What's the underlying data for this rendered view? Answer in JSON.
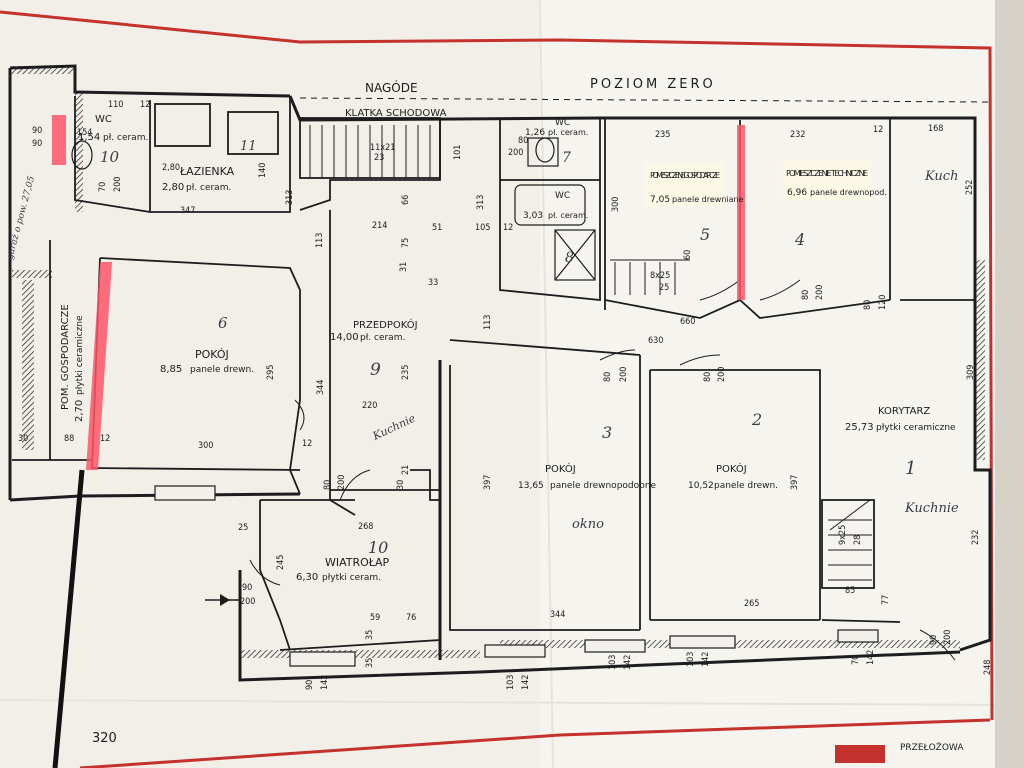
{
  "header": {
    "title_left": "NAGÓDE",
    "title_right": "POZIOM ZERO",
    "stairs_label": "KLATKA SCHODOWA"
  },
  "footer": {
    "page_number": "320",
    "street": "PRZEŁOŻOWA"
  },
  "rooms": [
    {
      "id": "wc1",
      "number": "10",
      "name": "WC",
      "area": "1,54",
      "floor": "pł. ceram."
    },
    {
      "id": "lazienka",
      "number": "11",
      "name": "ŁAZIENKA",
      "area": "2,80",
      "floor": "pł. ceram."
    },
    {
      "id": "pom_gosp_left",
      "number": "",
      "name": "POM. GOSPODARCZE",
      "area": "2,70",
      "floor": "płytki ceramiczne"
    },
    {
      "id": "pokoj6",
      "number": "6",
      "name": "POKÓJ",
      "area": "8,85",
      "floor": "panele drewn."
    },
    {
      "id": "przedpokoj",
      "number": "9",
      "name": "PRZEDPOKÓJ",
      "area": "14,00",
      "floor": "pł. ceram."
    },
    {
      "id": "wiatrolap",
      "number": "10",
      "name": "WIATROŁAP",
      "area": "6,30",
      "floor": "płytki ceram."
    },
    {
      "id": "wc2",
      "number": "7",
      "name": "WC",
      "area": "1,26",
      "floor": "pł. ceram."
    },
    {
      "id": "wc3",
      "number": "8",
      "name": "WC",
      "area": "3,03",
      "floor": "pł. ceram."
    },
    {
      "id": "pom_gosp5",
      "number": "5",
      "name": "POMIESZCZENIE GOSPODARCZE",
      "area": "7,05",
      "floor": "panele drewniane"
    },
    {
      "id": "pom4",
      "number": "4",
      "name": "POMIESZCZENIE TECHNICZNE",
      "area": "6,96",
      "floor": "panele drewnopod."
    },
    {
      "id": "pokoj3",
      "number": "3",
      "name": "POKÓJ",
      "area": "13,65",
      "floor": "panele drewnopodobne"
    },
    {
      "id": "pokoj2",
      "number": "2",
      "name": "POKÓJ",
      "area": "10,52",
      "floor": "panele drewn."
    },
    {
      "id": "korytarz",
      "number": "1",
      "name": "KORYTARZ",
      "area": "25,73",
      "floor": "płytki ceramiczne"
    }
  ],
  "handwritten": {
    "kuchnia_top": "Kuch",
    "kuchnia_hall": "Kuchnie",
    "kuchnia_left": "Kuchnie",
    "okno": "okno",
    "garaz": "garaż o pow. 27,05"
  },
  "dimensions": [
    "110",
    "12",
    "154",
    "90",
    "90",
    "70",
    "200",
    "347",
    "2,80",
    "140",
    "214",
    "51",
    "105",
    "12",
    "235",
    "232",
    "12",
    "168",
    "313",
    "101",
    "66",
    "113",
    "75",
    "31",
    "33",
    "11x21",
    "23",
    "313",
    "80",
    "200",
    "60",
    "8x25",
    "25",
    "300",
    "252",
    "660",
    "80",
    "120",
    "113",
    "630",
    "309",
    "295",
    "344",
    "235",
    "220",
    "80",
    "200",
    "12",
    "300",
    "88",
    "30",
    "12",
    "397",
    "80",
    "200",
    "80",
    "200",
    "397",
    "268",
    "245",
    "90",
    "200",
    "59",
    "76",
    "35",
    "35",
    "90",
    "142",
    "25",
    "344",
    "265",
    "103",
    "142",
    "103",
    "142",
    "103",
    "142",
    "70",
    "142",
    "85",
    "9x25",
    "28",
    "77",
    "232",
    "90",
    "200",
    "248",
    "30",
    "21",
    "80",
    "200"
  ],
  "colors": {
    "paper": "#f4f2ec",
    "ink": "#1d1d1f",
    "red_border": "#c5312c",
    "highlight": "#ff5566",
    "label_bg": "#fbf8e6"
  }
}
